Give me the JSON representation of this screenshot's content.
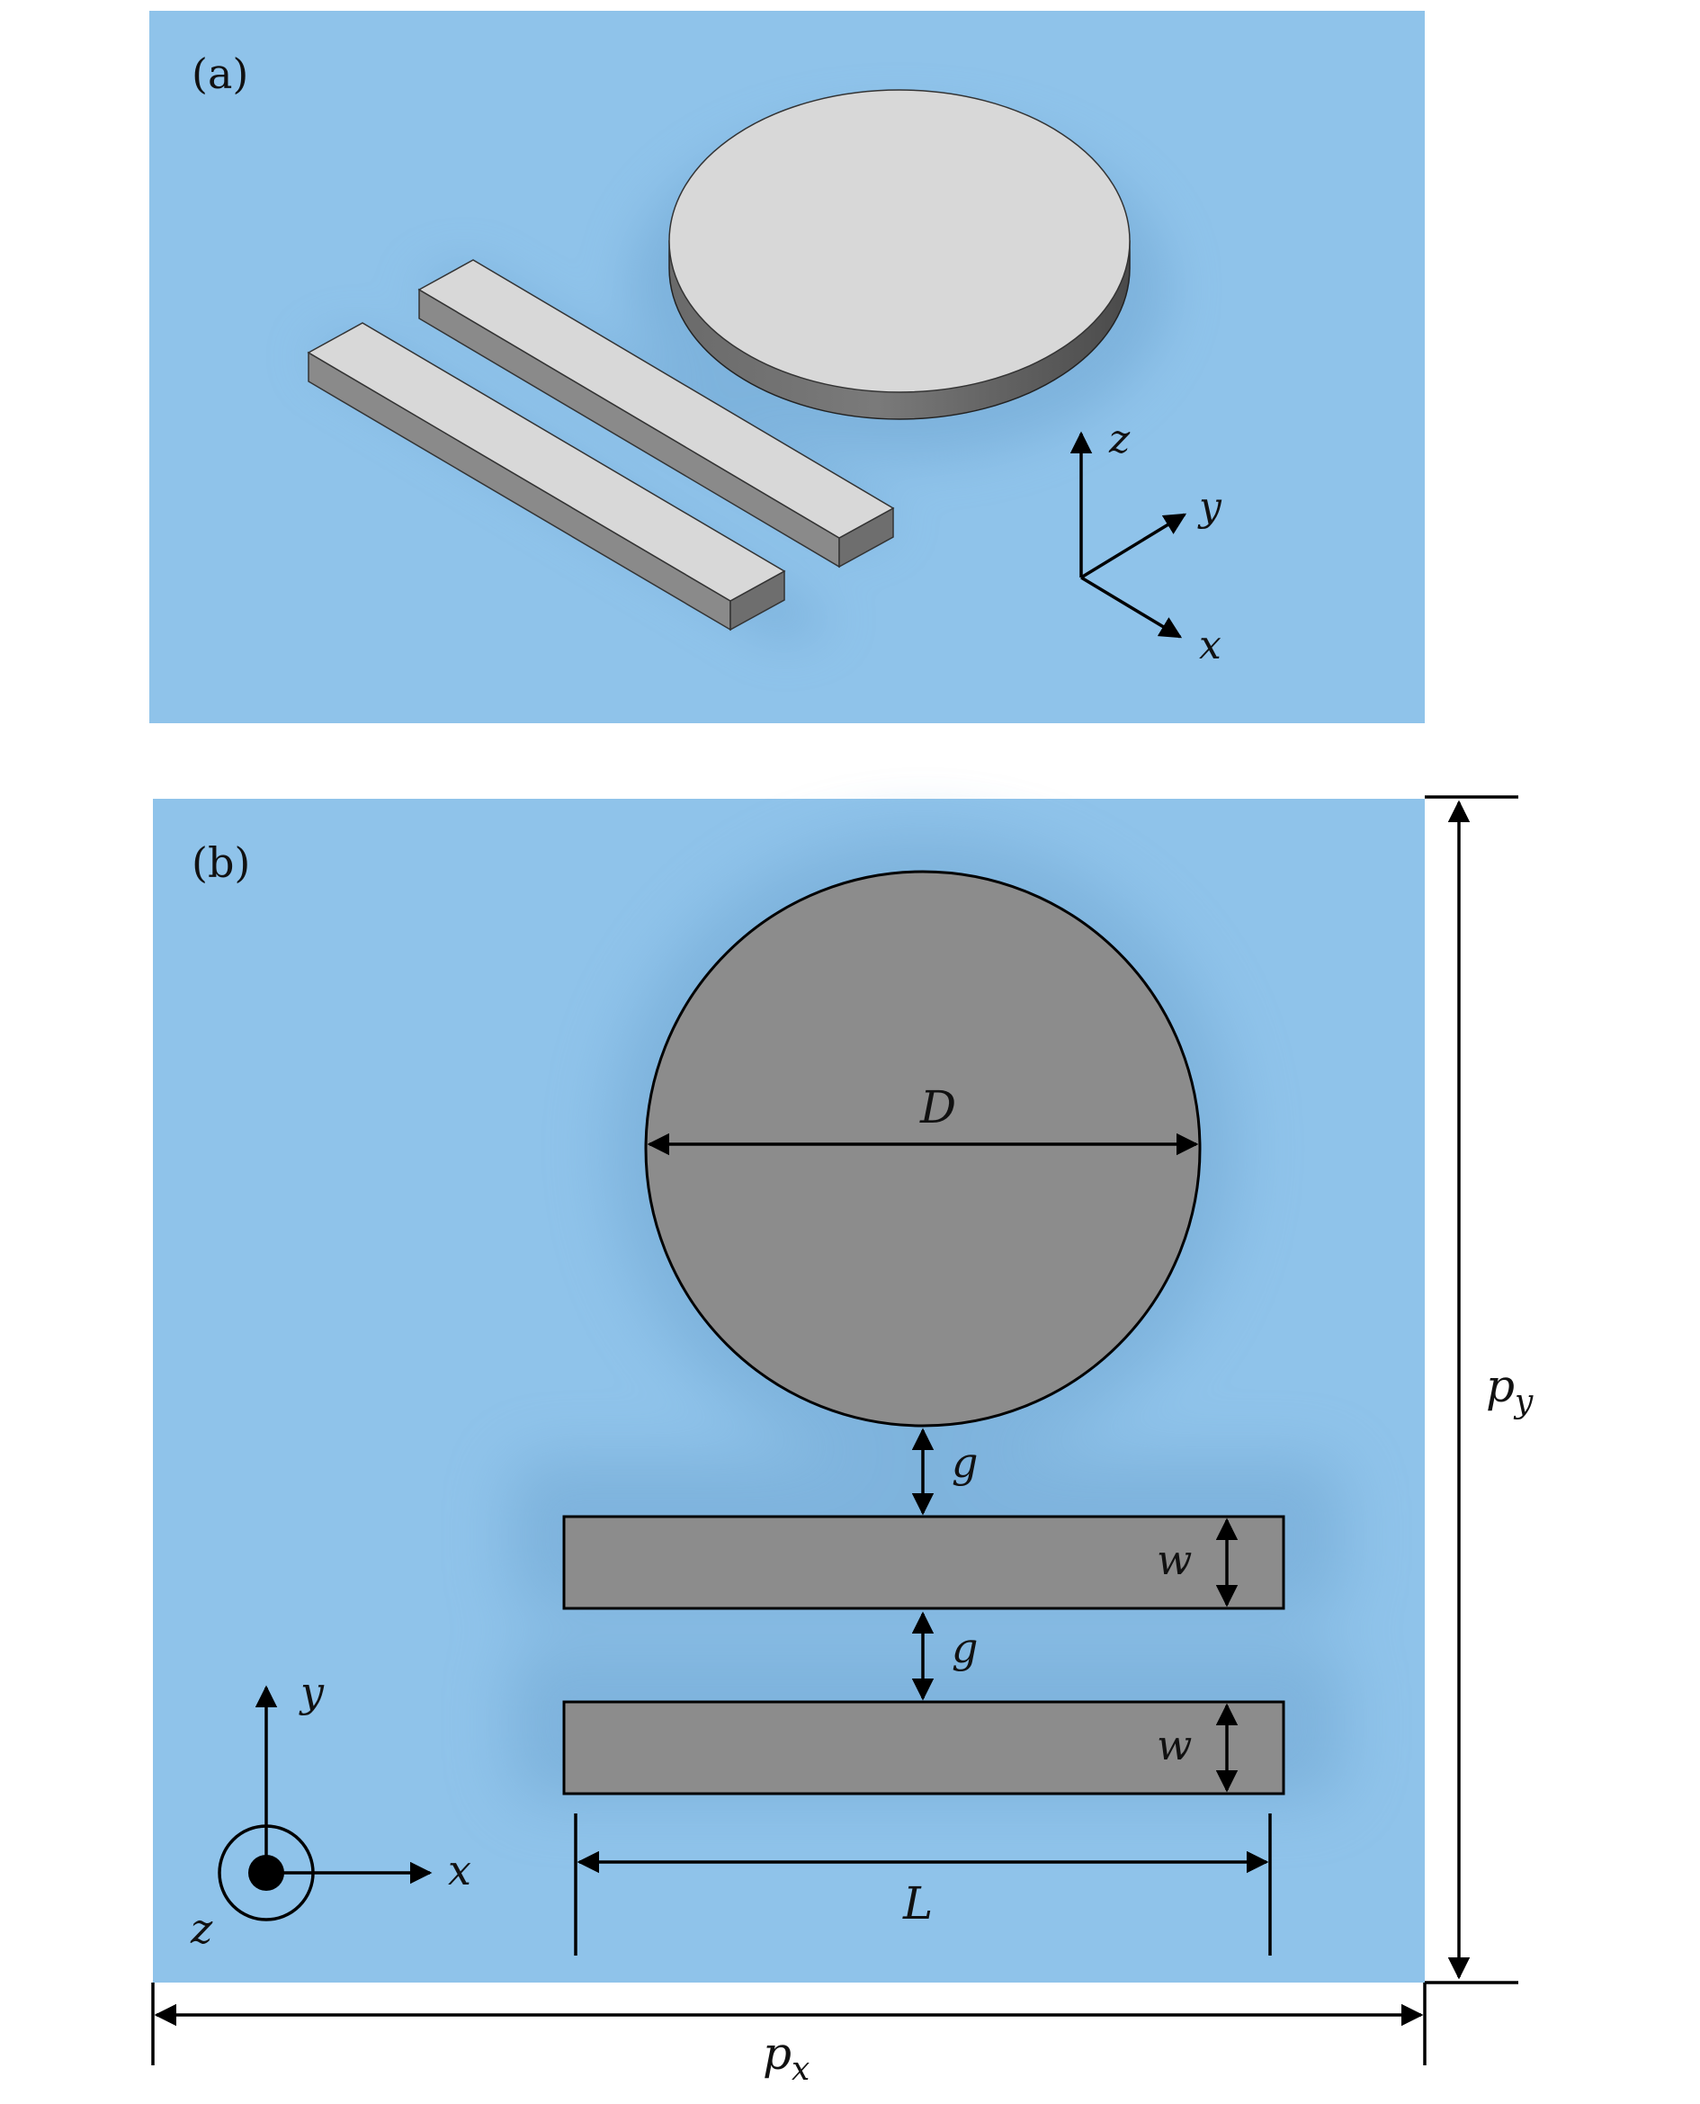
{
  "panels": {
    "a": {
      "label": "(a)",
      "axes": {
        "z": "z",
        "y": "y",
        "x": "x"
      }
    },
    "b": {
      "label": "(b)",
      "axes": {
        "y": "y",
        "x": "x",
        "z": "z"
      },
      "dimensions": {
        "D": "D",
        "g_upper": "g",
        "g_lower": "g",
        "w_upper": "w",
        "w_lower": "w",
        "L": "L",
        "py_main": "p",
        "py_sub": "y",
        "px_main": "p",
        "px_sub": "x"
      }
    }
  },
  "colors": {
    "substrate": "#8fc3ea",
    "halo": "#7fb4dc",
    "metal_top_a": "#d8d8d8",
    "metal_side_a": "#707070",
    "metal_b": "#8c8c8c",
    "line": "#000000"
  }
}
